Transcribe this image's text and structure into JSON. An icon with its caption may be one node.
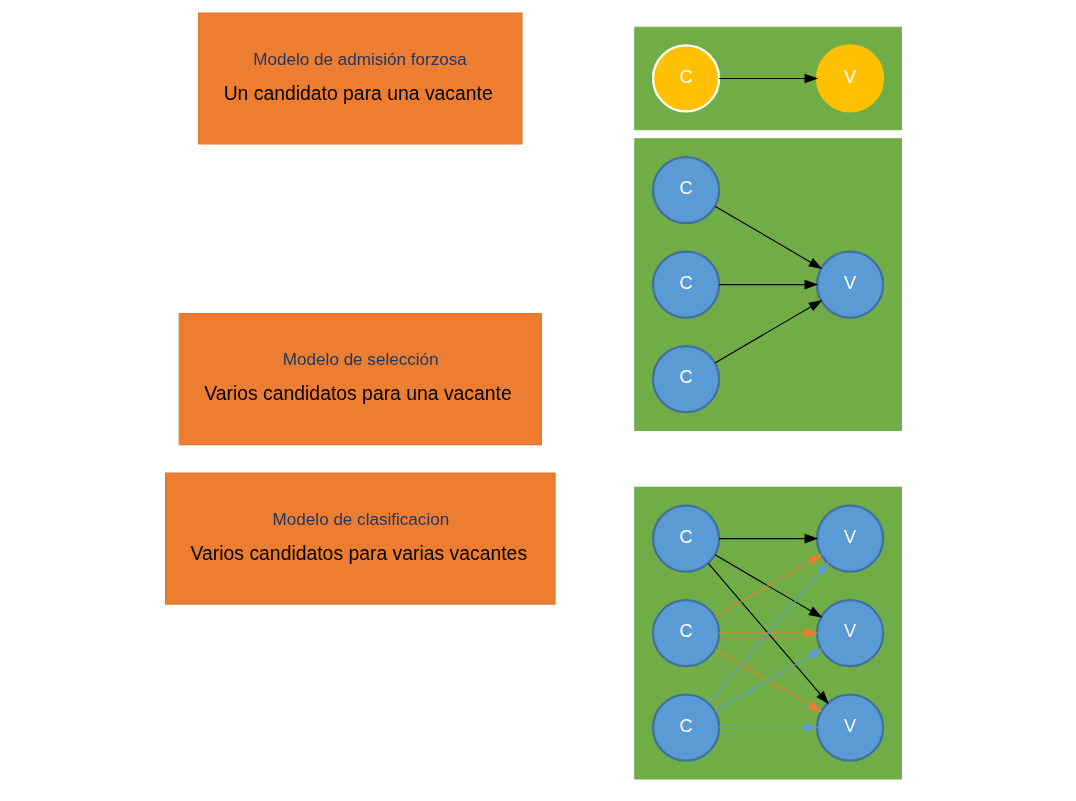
{
  "diagram": {
    "nodes": [
      {
        "text": [
          "Modelo de admisión forzosa",
          "Un candidato para una vacante"
        ]
      },
      {
        "text": [],
        "shape": "box"
      },
      {
        "text": [
          "C"
        ],
        "in": 1
      },
      {
        "text": [
          "V"
        ],
        "in": 1
      },
      {
        "text": [
          "Modelo de selección",
          "Varios candidatos para una vacante"
        ]
      },
      {
        "text": [],
        "shape": "box"
      },
      {
        "text": [
          "C"
        ],
        "in": 5
      },
      {
        "text": [
          "C"
        ],
        "in": 5
      },
      {
        "text": [
          "C"
        ],
        "in": 5
      },
      {
        "text": [
          "V"
        ],
        "in": 5
      },
      {
        "text": [
          "Modelo de clasificacion",
          "Varios candidatos para varias vacantes"
        ]
      },
      {
        "text": [],
        "shape": "box"
      },
      {
        "text": [
          "C"
        ],
        "in": 11
      },
      {
        "text": [
          "C"
        ],
        "in": 11
      },
      {
        "text": [
          "C"
        ],
        "in": 11
      },
      {
        "text": [
          "V"
        ],
        "in": 11
      },
      {
        "text": [
          "V"
        ],
        "in": 11
      },
      {
        "text": [
          "V"
        ],
        "in": 11
      }
    ],
    "edges": [
      {
        "from": 2,
        "to": 3,
        "arrow": "to"
      },
      {
        "from": 6,
        "to": 9,
        "arrow": "to"
      },
      {
        "from": 7,
        "to": 9,
        "arrow": "to"
      },
      {
        "from": 8,
        "to": 9,
        "arrow": "to"
      },
      {
        "from": 12,
        "to": 15,
        "arrow": "to"
      },
      {
        "from": 12,
        "to": 16,
        "arrow": "to"
      },
      {
        "from": 12,
        "to": 17,
        "arrow": "to"
      },
      {
        "from": 13,
        "to": 15,
        "arrow": "to",
        "color": "#ed7d31"
      },
      {
        "from": 13,
        "to": 16,
        "arrow": "to",
        "color": "#ed7d31"
      },
      {
        "from": 13,
        "to": 17,
        "arrow": "to",
        "color": "#ed7d31"
      },
      {
        "from": 14,
        "to": 15,
        "arrow": "to",
        "color": "#5b9bd5"
      },
      {
        "from": 14,
        "to": 16,
        "arrow": "to",
        "color": "#5b9bd5"
      },
      {
        "from": 14,
        "to": 17,
        "arrow": "to",
        "color": "#5b9bd5"
      }
    ]
  }
}
